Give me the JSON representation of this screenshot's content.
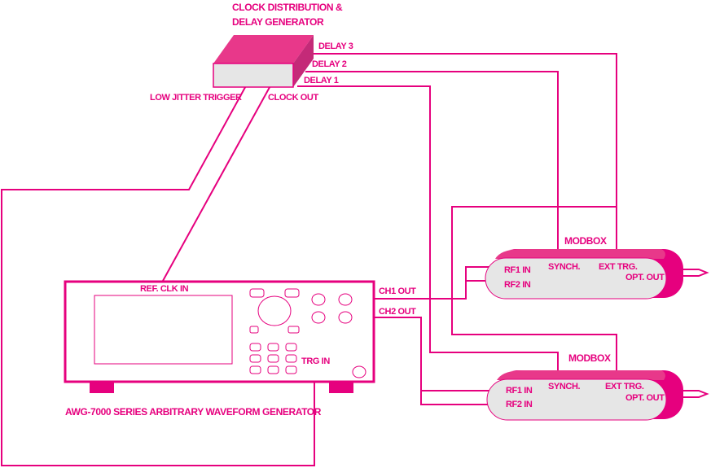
{
  "colors": {
    "accent": "#e6007e",
    "box_top": "#e8388a",
    "box_side": "#c42a78",
    "panel_fill": "#e6e6e6"
  },
  "clock_generator": {
    "title_line1": "CLOCK DISTRIBUTION &",
    "title_line2": "DELAY GENERATOR",
    "outputs": [
      "DELAY 3",
      "DELAY 2",
      "DELAY 1"
    ],
    "low_jitter_trigger": "LOW JITTER TRIGGER",
    "clock_out": "CLOCK OUT"
  },
  "awg": {
    "name": "AWG-7000 SERIES ARBITRARY WAVEFORM GENERATOR",
    "ref_clk_in": "REF. CLK IN",
    "trg_in": "TRG IN",
    "ch1_out": "CH1 OUT",
    "ch2_out": "CH2 OUT"
  },
  "modboxes": [
    {
      "title": "MODBOX",
      "rf1_in": "RF1 IN",
      "rf2_in": "RF2 IN",
      "synch": "SYNCH.",
      "ext_trg": "EXT TRG.",
      "opt_out": "OPT. OUT"
    },
    {
      "title": "MODBOX",
      "rf1_in": "RF1 IN",
      "rf2_in": "RF2 IN",
      "synch": "SYNCH.",
      "ext_trg": "EXT TRG.",
      "opt_out": "OPT. OUT"
    }
  ]
}
